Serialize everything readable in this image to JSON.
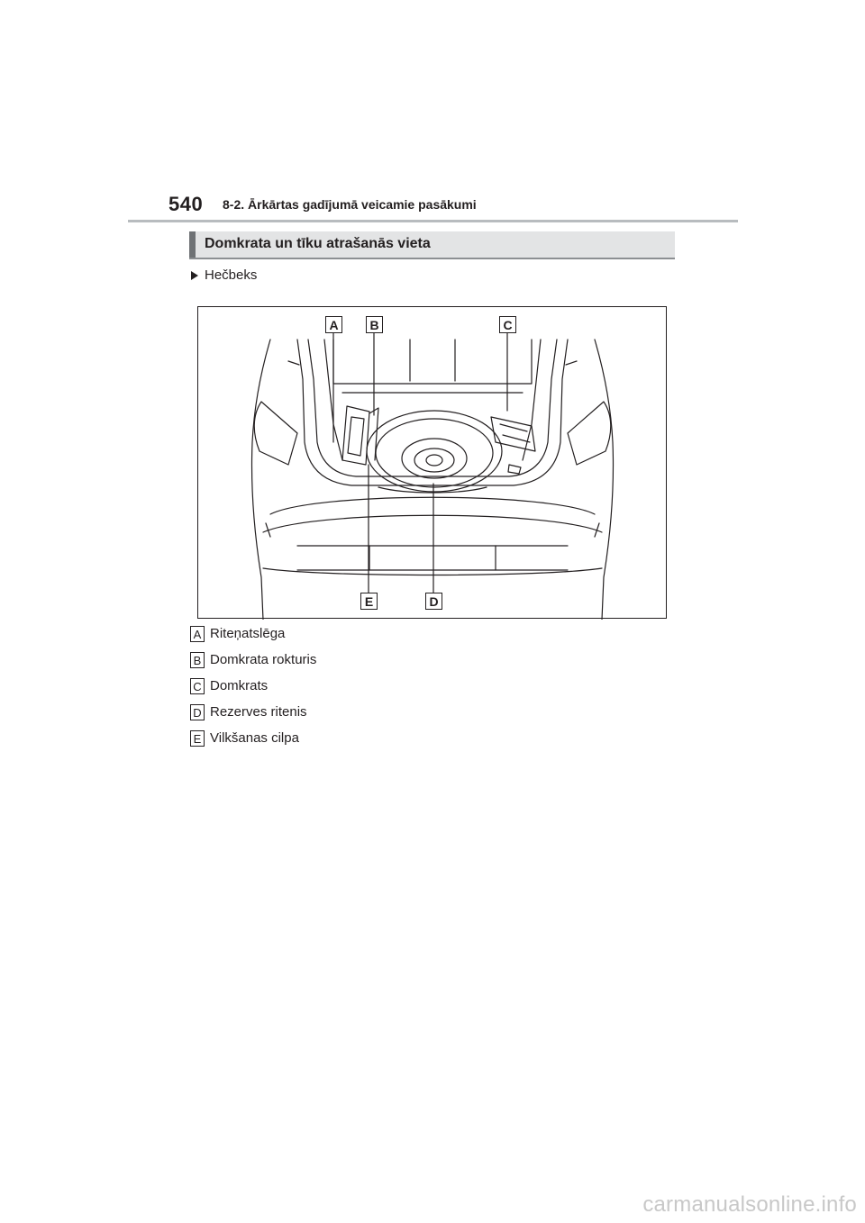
{
  "header": {
    "page_number": "540",
    "section_title": "8-2. Ārkārtas gadījumā veicamie pasākumi"
  },
  "heading": "Domkrata un tīku atrašanās vieta",
  "subheading": "Hečbeks",
  "figure": {
    "callouts": {
      "a": "A",
      "b": "B",
      "c": "C",
      "d": "D",
      "e": "E"
    }
  },
  "legend": [
    {
      "key": "A",
      "label": "Riteņatslēga"
    },
    {
      "key": "B",
      "label": "Domkrata rokturis"
    },
    {
      "key": "C",
      "label": "Domkrats"
    },
    {
      "key": "D",
      "label": "Rezerves ritenis"
    },
    {
      "key": "E",
      "label": "Vilkšanas cilpa"
    }
  ],
  "watermark": "carmanualsonline.info"
}
